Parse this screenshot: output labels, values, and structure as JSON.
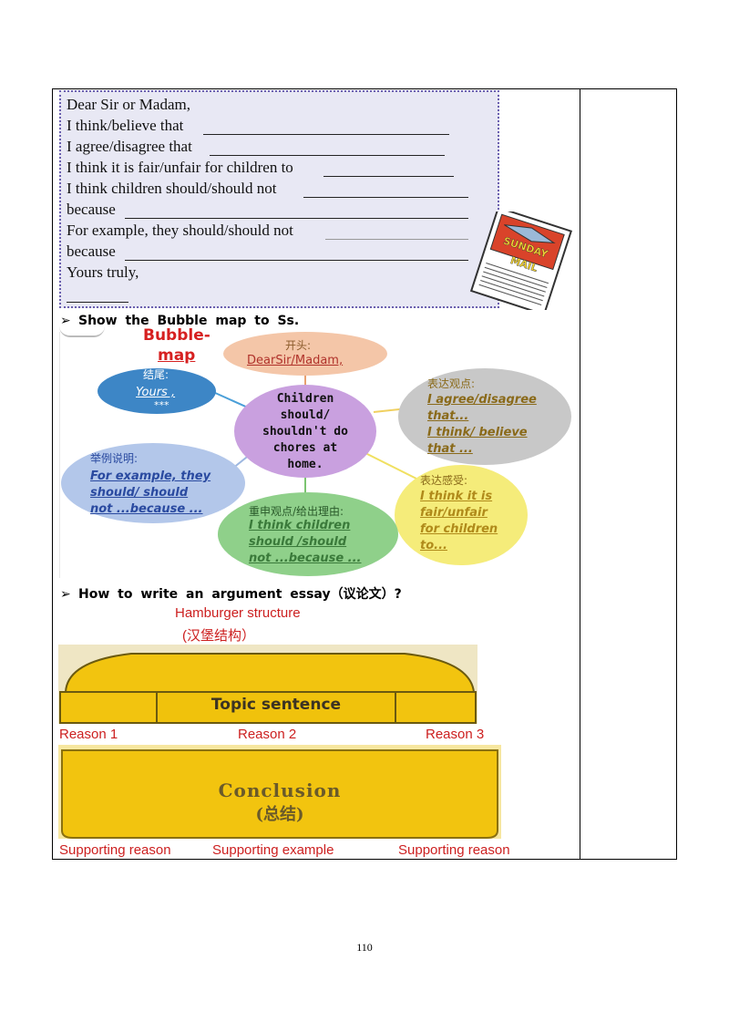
{
  "letter": {
    "lines": [
      "Dear Sir or Madam,",
      "I think/believe that",
      "I agree/disagree that",
      "I think it is fair/unfair for children to",
      "I think children should/should not",
      "because",
      "For example, they should/should not",
      "because",
      "Yours truly,"
    ]
  },
  "newspaper": {
    "title_top": "SUNDAY",
    "title_bottom": "MAIL"
  },
  "bullets": {
    "show_bubble": "Show  the  Bubble  map  to  Ss.",
    "how_to_write": "How  to  write  an  argument  essay（议论文）?"
  },
  "bubble_map": {
    "title_line1": "Bubble-",
    "title_line2": "map",
    "center": [
      "Children",
      "should/",
      "shouldn't do",
      "chores at",
      "home."
    ],
    "opening": {
      "head": "开头:",
      "body": "DearSir/Madam,"
    },
    "ending": {
      "head": "结尾:",
      "body": "Yours ,",
      "body2": "***"
    },
    "opinion": {
      "head": "表达观点:",
      "lines": [
        "I agree/disagree",
        "that...",
        "I think/ believe",
        "that ..."
      ]
    },
    "feeling": {
      "head": "表达感受:",
      "lines": [
        "I think it is",
        "fair/unfair",
        "for children",
        "to..."
      ]
    },
    "example": {
      "head": "举例说明:",
      "lines": [
        "For example, they",
        "should/ should",
        "not ...because ..."
      ]
    },
    "restate": {
      "head": "重申观点/给出理由:",
      "lines": [
        "I think children",
        "should /should",
        "not ...because ..."
      ]
    }
  },
  "hamburger": {
    "title": "Hamburger  structure",
    "subtitle": "(汉堡结构）",
    "topic": "Topic sentence",
    "reasons": [
      "Reason  1",
      "Reason  2",
      "Reason  3"
    ],
    "conclusion": "Conclusion",
    "conclusion_cn": "(总结)",
    "supports": [
      "Supporting reason",
      "Supporting  example",
      "Supporting  reason"
    ]
  },
  "colors": {
    "red": "#cc1f1f",
    "bun": "#f2c40f",
    "letter_border": "#6a5fae"
  },
  "page_number": "110"
}
